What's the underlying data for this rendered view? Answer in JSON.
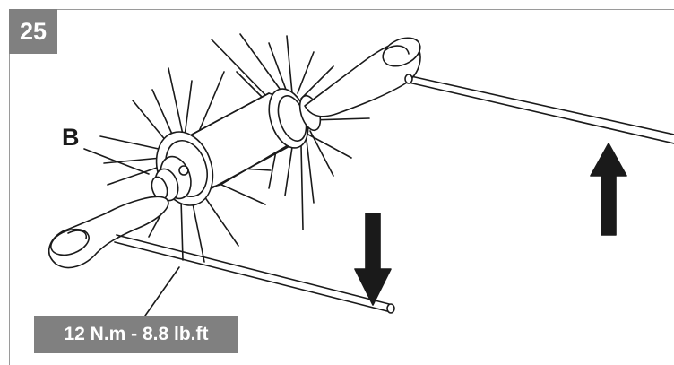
{
  "step": {
    "number": "25"
  },
  "callouts": {
    "part_label": "B",
    "torque": "12 N.m - 8.8 lb.ft"
  },
  "colors": {
    "badge_background": "#808080",
    "badge_text": "#ffffff",
    "line_art": "#1a1a1a",
    "arrow_fill": "#1a1a1a"
  },
  "icons": {
    "down_arrow": "arrow-down-icon",
    "up_arrow": "arrow-up-icon"
  }
}
